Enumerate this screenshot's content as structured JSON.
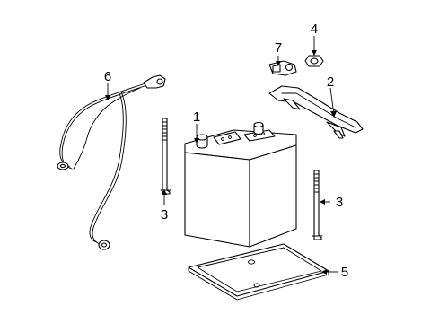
{
  "callouts": {
    "c1": "1",
    "c2": "2",
    "c3a": "3",
    "c3b": "3",
    "c4": "4",
    "c5": "5",
    "c6": "6",
    "c7": "7"
  },
  "colors": {
    "line": "#000000",
    "background": "#ffffff"
  }
}
